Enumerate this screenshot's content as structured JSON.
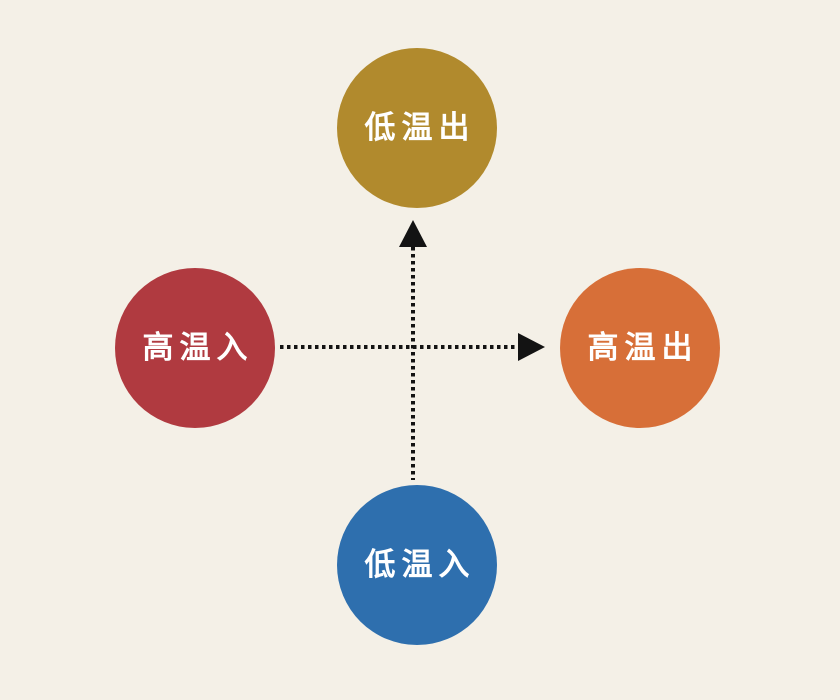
{
  "background_color": "#f4f0e7",
  "diagram": {
    "type": "flow-diagram",
    "nodes": [
      {
        "id": "top",
        "label": "低温出",
        "color": "#b18a2d",
        "position": "top",
        "text_color": "#ffffff"
      },
      {
        "id": "left",
        "label": "高温入",
        "color": "#b03a40",
        "position": "left",
        "text_color": "#ffffff"
      },
      {
        "id": "right",
        "label": "高温出",
        "color": "#d76f38",
        "position": "right",
        "text_color": "#ffffff"
      },
      {
        "id": "bottom",
        "label": "低温入",
        "color": "#2e6fae",
        "position": "bottom",
        "text_color": "#ffffff"
      }
    ],
    "arrows": [
      {
        "id": "vertical-arrow",
        "from": "低温入",
        "to": "低温出",
        "direction": "up",
        "line_style": "dotted",
        "color": "#131313"
      },
      {
        "id": "horizontal-arrow",
        "from": "高温入",
        "to": "高温出",
        "direction": "right",
        "line_style": "dotted",
        "color": "#131313"
      }
    ]
  }
}
